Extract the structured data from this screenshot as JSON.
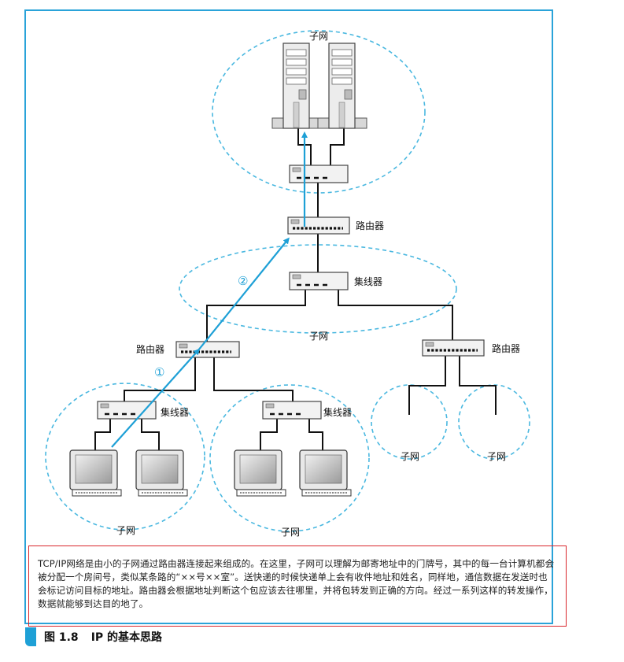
{
  "figure": {
    "label": "图 1.8",
    "title": "IP 的基本思路",
    "caption": "TCP/IP网络是由小的子网通过路由器连接起来组成的。在这里，子网可以理解为邮寄地址中的门牌号，其中的每一台计算机都会被分配一个房间号，类似某条路的“××号××室”。送快递的时候快递单上会有收件地址和姓名，同样地，通信数据在发送时也会标记访问目标的地址。路由器会根据地址判断这个包应该去往哪里，并将包转发到正确的方向。经过一系列这样的转发操作，数据就能够到达目的地了。"
  },
  "labels": {
    "subnet": "子网",
    "router": "路由器",
    "hub": "集线器",
    "step1": "①",
    "step2": "②"
  },
  "colors": {
    "accent": "#1ea0d6",
    "frame": "#2aa3d9",
    "caption_border": "#d9262c",
    "subnet_dash": "#4ab8e0"
  }
}
